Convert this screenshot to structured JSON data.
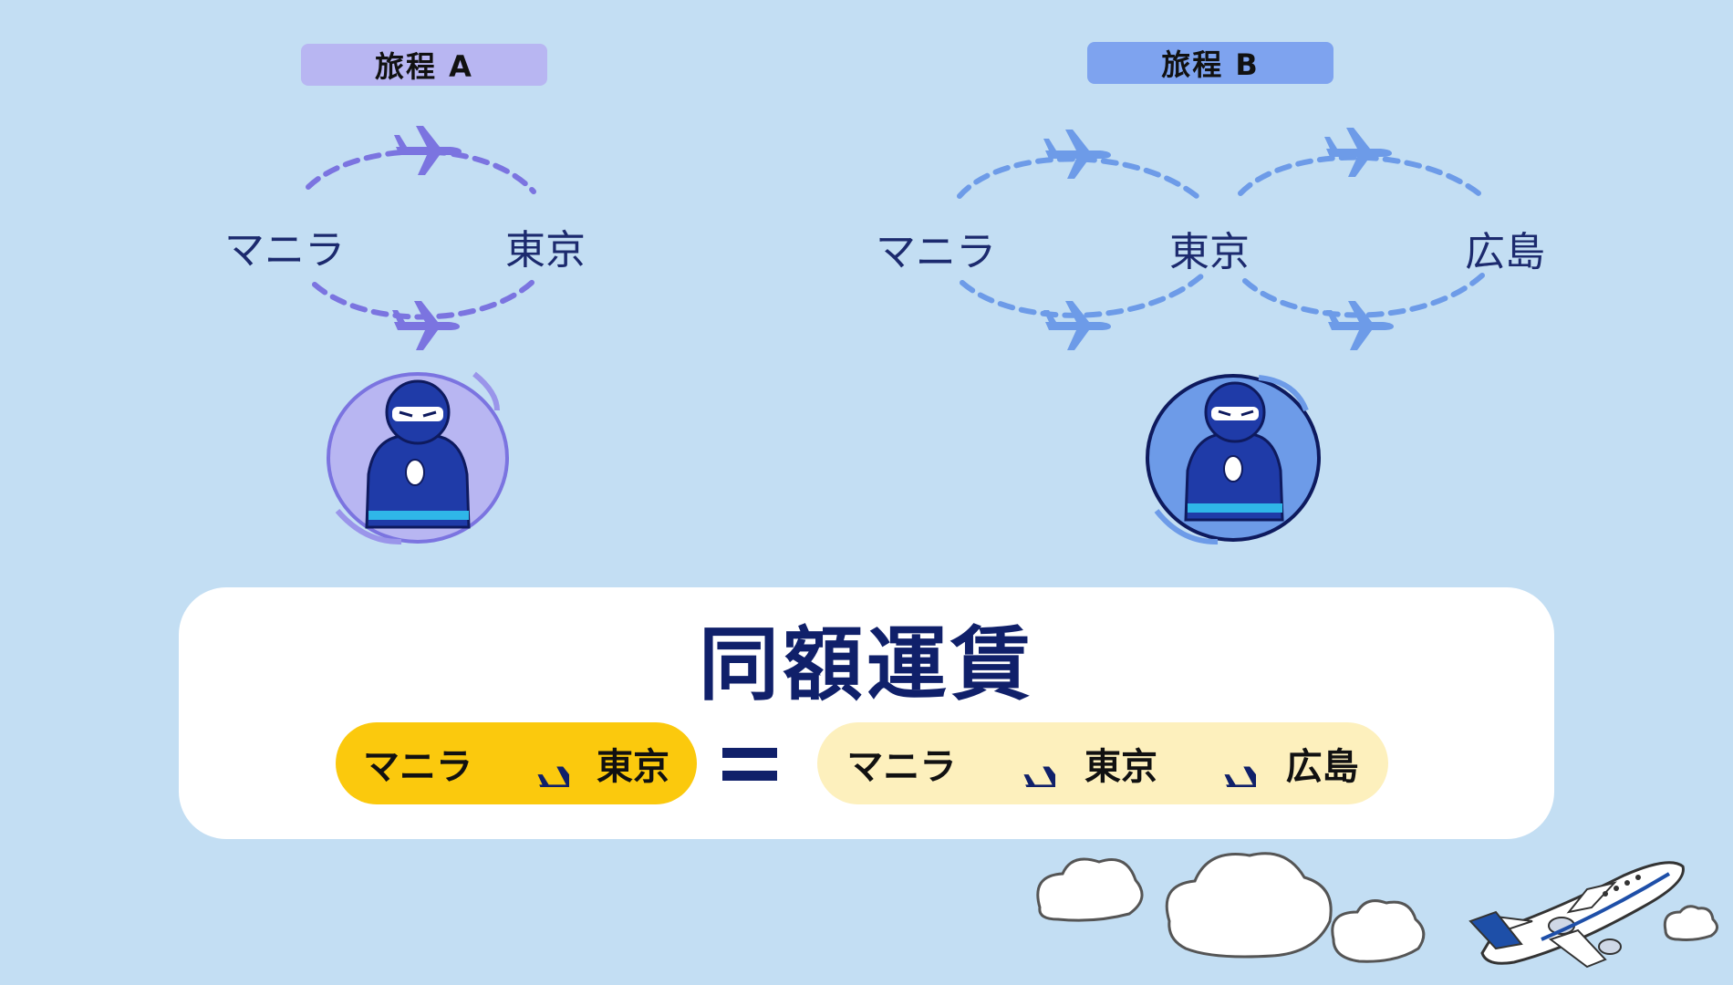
{
  "itinerary_a": {
    "label": "旅程 A",
    "cities": [
      "マニラ",
      "東京"
    ],
    "color": "#7b74e0"
  },
  "itinerary_b": {
    "label": "旅程 B",
    "cities": [
      "マニラ",
      "東京",
      "広島"
    ],
    "color": "#6d9be8"
  },
  "summary": {
    "title": "同額運賃",
    "single_route": [
      "マニラ",
      "東京"
    ],
    "multi_route": [
      "マニラ",
      "東京",
      "広島"
    ],
    "equals_symbol": "="
  },
  "colors": {
    "background": "#c3def3",
    "navy": "#10206a",
    "yellow": "#fbc90d",
    "pale_yellow": "#fdf0bd"
  }
}
